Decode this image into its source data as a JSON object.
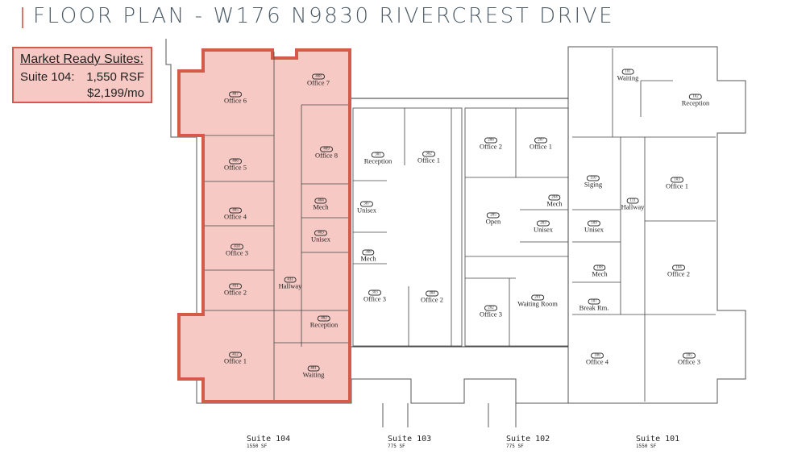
{
  "title": "FLOOR PLAN - W176 N9830 RIVERCREST DRIVE",
  "colors": {
    "highlight_fill": "#f6c9c4",
    "highlight_border": "#d45a4a",
    "title": "#4d5c68"
  },
  "market_box": {
    "heading": "Market Ready Suites:",
    "suite": "Suite 104:",
    "rsf": "1,550  RSF",
    "price": "$2,199/mo"
  },
  "rooms": [
    {
      "num": "407",
      "name": "Office 6"
    },
    {
      "num": "408",
      "name": "Office 7"
    },
    {
      "num": "409",
      "name": "Office 8"
    },
    {
      "num": "406",
      "name": "Office 5"
    },
    {
      "num": "404",
      "name": "Mech"
    },
    {
      "num": "405",
      "name": "Office 4"
    },
    {
      "num": "403",
      "name": "Unisex"
    },
    {
      "num": "410",
      "name": "Office 3"
    },
    {
      "num": "411",
      "name": "Hallway"
    },
    {
      "num": "411",
      "name": "Office 2"
    },
    {
      "num": "402",
      "name": "Reception"
    },
    {
      "num": "412",
      "name": "Office 1"
    },
    {
      "num": "401",
      "name": "Waiting"
    },
    {
      "num": "301",
      "name": "Reception"
    },
    {
      "num": "302",
      "name": "Office 1"
    },
    {
      "num": "307",
      "name": "Unisex"
    },
    {
      "num": "308",
      "name": "Mech"
    },
    {
      "num": "303",
      "name": "Office 3"
    },
    {
      "num": "304",
      "name": "Office 2"
    },
    {
      "num": "206",
      "name": "Office 2"
    },
    {
      "num": "207",
      "name": "Office 1"
    },
    {
      "num": "204",
      "name": "Mech"
    },
    {
      "num": "205",
      "name": "Open"
    },
    {
      "num": "203",
      "name": "Unisex"
    },
    {
      "num": "202",
      "name": "Office 3"
    },
    {
      "num": "201",
      "name": "Waiting Room"
    },
    {
      "num": "101",
      "name": "Waiting"
    },
    {
      "num": "102",
      "name": "Reception"
    },
    {
      "num": "110",
      "name": "Siging"
    },
    {
      "num": "103",
      "name": "Office 1"
    },
    {
      "num": "111",
      "name": "Hallway"
    },
    {
      "num": "109",
      "name": "Unisex"
    },
    {
      "num": "108",
      "name": "Mech"
    },
    {
      "num": "107",
      "name": "Break Rm."
    },
    {
      "num": "104",
      "name": "Office 2"
    },
    {
      "num": "106",
      "name": "Office 4"
    },
    {
      "num": "105",
      "name": "Office 3"
    }
  ],
  "suites": [
    {
      "name": "Suite 104",
      "area": "1550 SF"
    },
    {
      "name": "Suite 103",
      "area": "775 SF"
    },
    {
      "name": "Suite 102",
      "area": "775 SF"
    },
    {
      "name": "Suite 101",
      "area": "1550 SF"
    }
  ]
}
